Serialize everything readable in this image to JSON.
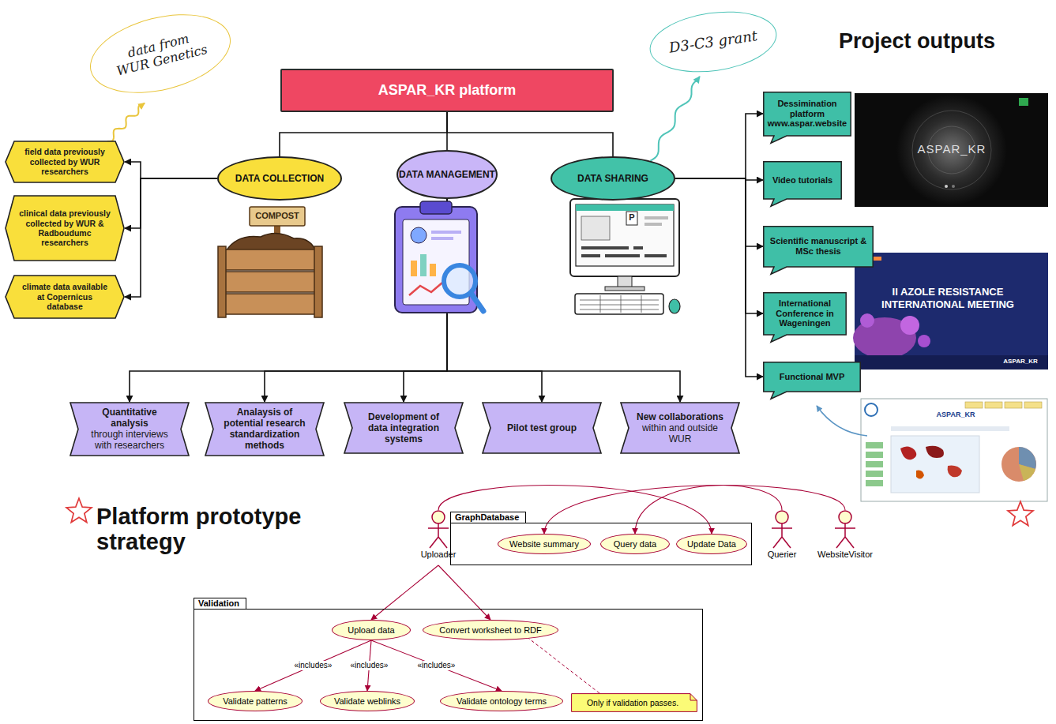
{
  "diagram": {
    "nodes": [
      {
        "text": [
          "data from WUR Genetics"
        ]
      },
      {
        "text": [
          "ASPAR_KR platform"
        ]
      },
      {
        "text": [
          "D3-C3 grant"
        ]
      },
      {
        "text": [
          "field data previously collected by WUR researchers"
        ]
      },
      {
        "text": [
          "DATA COLLECTION"
        ]
      },
      {
        "text": [
          "DATA MANAGEMENT"
        ]
      },
      {
        "text": [
          "DATA SHARING"
        ]
      },
      {
        "text": [
          "Dessimination platform www.aspar.website"
        ]
      },
      {
        "text": [
          "Video tutorials"
        ]
      },
      {
        "text": [
          "clinical data previously collected by WUR & Radboudumc researchers"
        ]
      },
      {
        "text": [
          "climate data available at Copernicus database"
        ]
      },
      {
        "text": [
          "Scientific manuscript & MSc thesis"
        ]
      },
      {
        "text": [
          "International Conference in Wageningen"
        ]
      },
      {
        "text": [
          "Functional MVP"
        ]
      },
      {
        "text": [
          "Quantitative analysis",
          "through interviews with researchers"
        ]
      },
      {
        "text": [
          "Analaysis of potential research standardization methods"
        ]
      },
      {
        "text": [
          "Development of data integration systems"
        ]
      },
      {
        "text": [
          "Pilot test group"
        ]
      },
      {
        "text": [
          "New collaborations",
          "within and outside WUR"
        ]
      },
      {
        "text": [
          "Uploader"
        ]
      },
      {
        "text": [
          "GraphDatabase"
        ]
      },
      {
        "text": [
          "Website summary"
        ],
        "in": 20
      },
      {
        "text": [
          "Query data"
        ],
        "in": 20
      },
      {
        "text": [
          "Update Data"
        ],
        "in": 20
      },
      {
        "text": [
          "Querier"
        ]
      },
      {
        "text": [
          "WebsiteVisitor"
        ]
      },
      {
        "text": [
          "Validation"
        ]
      },
      {
        "text": [
          "Upload data"
        ],
        "in": 26
      },
      {
        "text": [
          "Convert worksheet to RDF"
        ],
        "in": 26
      },
      {
        "text": [
          "Validate patterns"
        ],
        "in": 26
      },
      {
        "text": [
          "Validate weblinks"
        ],
        "in": 26
      },
      {
        "text": [
          "Validate ontology terms"
        ],
        "in": 26
      },
      {
        "text": [
          "Only if validation passes."
        ],
        "in": 26
      }
    ],
    "edges": [
      {
        "from": 1,
        "to": 4,
        "arrow": "none"
      },
      {
        "from": 1,
        "to": 5,
        "arrow": "none"
      },
      {
        "from": 1,
        "to": 6,
        "arrow": "none"
      },
      {
        "from": 4,
        "to": 3,
        "arrow": "to"
      },
      {
        "from": 4,
        "to": 9,
        "arrow": "to"
      },
      {
        "from": 4,
        "to": 10,
        "arrow": "to"
      },
      {
        "from": 5,
        "to": 14,
        "arrow": "to"
      },
      {
        "from": 5,
        "to": 15,
        "arrow": "to"
      },
      {
        "from": 5,
        "to": 16,
        "arrow": "to"
      },
      {
        "from": 5,
        "to": 17,
        "arrow": "to"
      },
      {
        "from": 5,
        "to": 18,
        "arrow": "to"
      },
      {
        "from": 6,
        "to": 7,
        "arrow": "to"
      },
      {
        "from": 6,
        "to": 8,
        "arrow": "to"
      },
      {
        "from": 6,
        "to": 11,
        "arrow": "to"
      },
      {
        "from": 6,
        "to": 12,
        "arrow": "to"
      },
      {
        "from": 6,
        "to": 13,
        "arrow": "to"
      },
      {
        "from": 3,
        "to": 0,
        "arrow": "to"
      },
      {
        "from": 6,
        "to": 2,
        "arrow": "to"
      },
      {
        "from": 19,
        "to": 23,
        "arrow": "to"
      },
      {
        "from": 24,
        "to": 22,
        "arrow": "to"
      },
      {
        "from": 25,
        "to": 21,
        "arrow": "to"
      },
      {
        "from": 19,
        "to": 27,
        "arrow": "to"
      },
      {
        "from": 19,
        "to": 28,
        "arrow": "to"
      },
      {
        "from": 27,
        "to": 29,
        "label": "«includes»",
        "arrow": "to"
      },
      {
        "from": 27,
        "to": 30,
        "label": "«includes»",
        "arrow": "to"
      },
      {
        "from": 27,
        "to": 31,
        "label": "«includes»",
        "arrow": "to"
      },
      {
        "from": 32,
        "to": 28,
        "arrow": "none"
      }
    ],
    "labels": [
      "Project outputs",
      "COMPOST",
      "P",
      "ASPAR_KR",
      "II AZOLE RESISTANCE INTERNATIONAL MEETING",
      "ASPAR_KR",
      "ASPAR_KR",
      "Platform prototype strategy"
    ]
  }
}
